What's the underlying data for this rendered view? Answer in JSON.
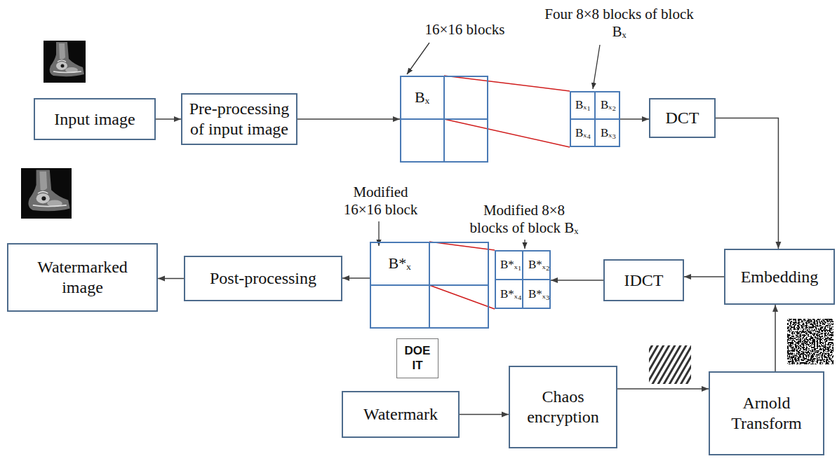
{
  "diagram": {
    "nodes": [
      {
        "text": [
          "Input image"
        ]
      },
      {
        "text": [
          "Pre-processing of input image"
        ]
      },
      {
        "text": [
          "16×16 blocks"
        ]
      },
      {
        "text": [
          "Bₓ"
        ],
        "in": 2
      },
      {
        "text": [
          "Four 8×8 blocks of block Bₓ"
        ]
      },
      {
        "text": [
          "Bₓ₁"
        ],
        "in": 4
      },
      {
        "text": [
          "Bₓ₂"
        ],
        "in": 4
      },
      {
        "text": [
          "Bₓ₄"
        ],
        "in": 4
      },
      {
        "text": [
          "Bₓ₃"
        ],
        "in": 4
      },
      {
        "text": [
          "DCT"
        ]
      },
      {
        "text": [
          "Watermarked image"
        ]
      },
      {
        "text": [
          "Post-processing"
        ]
      },
      {
        "text": [
          "Modified 16×16 block"
        ]
      },
      {
        "text": [
          "B*ₓ"
        ],
        "in": 12
      },
      {
        "text": [
          "Modified 8×8 blocks of block Bₓ"
        ]
      },
      {
        "text": [
          "B*ₓ₁"
        ],
        "in": 14
      },
      {
        "text": [
          "B*ₓ₂"
        ],
        "in": 14
      },
      {
        "text": [
          "B*ₓ₄"
        ],
        "in": 14
      },
      {
        "text": [
          "B*ₓ₃"
        ],
        "in": 14
      },
      {
        "text": [
          "IDCT"
        ]
      },
      {
        "text": [
          "Embedding"
        ]
      },
      {
        "text": [
          "DOE IT"
        ]
      },
      {
        "text": [
          "Watermark"
        ]
      },
      {
        "text": [
          "Chaos encryption"
        ]
      },
      {
        "text": [
          "Arnold Transform"
        ]
      }
    ],
    "edges": [
      {
        "from": 0,
        "to": 1,
        "arrow": "to"
      },
      {
        "from": 1,
        "to": 2,
        "arrow": "to"
      },
      {
        "from": 3,
        "to": 4,
        "arrow": "none"
      },
      {
        "from": 3,
        "to": 4,
        "arrow": "none"
      },
      {
        "from": 4,
        "to": 9,
        "arrow": "to"
      },
      {
        "from": 9,
        "to": 20,
        "arrow": "to"
      },
      {
        "from": 20,
        "to": 19,
        "arrow": "to"
      },
      {
        "from": 19,
        "to": 14,
        "arrow": "to"
      },
      {
        "from": 13,
        "to": 14,
        "arrow": "none"
      },
      {
        "from": 13,
        "to": 14,
        "arrow": "none"
      },
      {
        "from": 12,
        "to": 11,
        "arrow": "to"
      },
      {
        "from": 11,
        "to": 10,
        "arrow": "to"
      },
      {
        "from": 22,
        "to": 23,
        "arrow": "to"
      },
      {
        "from": 23,
        "to": 24,
        "arrow": "to"
      },
      {
        "from": 24,
        "to": 20,
        "arrow": "to"
      }
    ]
  }
}
